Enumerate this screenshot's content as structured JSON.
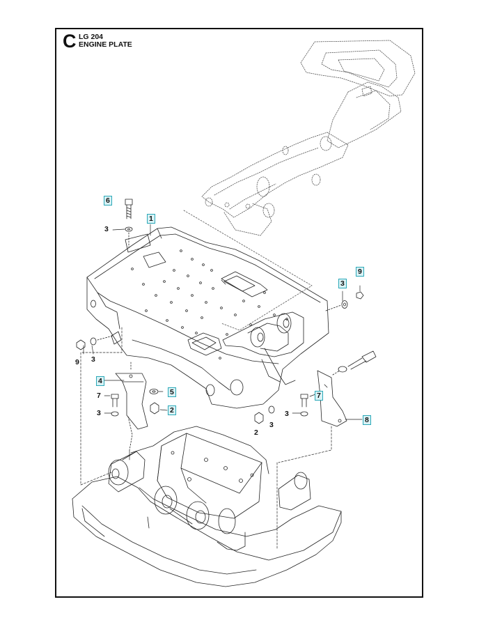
{
  "header": {
    "section_letter": "C",
    "model": "LG 204",
    "title": "ENGINE PLATE"
  },
  "callouts": [
    {
      "id": "c-6",
      "text": "6",
      "boxed": true
    },
    {
      "id": "c-3a",
      "text": "3",
      "boxed": false
    },
    {
      "id": "c-1",
      "text": "1",
      "boxed": true
    },
    {
      "id": "c-3b",
      "text": "3",
      "boxed": true
    },
    {
      "id": "c-9a",
      "text": "9",
      "boxed": true
    },
    {
      "id": "c-9b",
      "text": "9",
      "boxed": false
    },
    {
      "id": "c-3c",
      "text": "3",
      "boxed": false
    },
    {
      "id": "c-4",
      "text": "4",
      "boxed": true
    },
    {
      "id": "c-5",
      "text": "5",
      "boxed": true
    },
    {
      "id": "c-7a",
      "text": "7",
      "boxed": false
    },
    {
      "id": "c-2a",
      "text": "2",
      "boxed": true
    },
    {
      "id": "c-3d",
      "text": "3",
      "boxed": false
    },
    {
      "id": "c-7b",
      "text": "7",
      "boxed": true
    },
    {
      "id": "c-3e",
      "text": "3",
      "boxed": false
    },
    {
      "id": "c-8",
      "text": "8",
      "boxed": true
    },
    {
      "id": "c-2b",
      "text": "2",
      "boxed": false
    },
    {
      "id": "c-3f",
      "text": "3",
      "boxed": false
    }
  ],
  "colors": {
    "line": "#222222",
    "dotted": "#555555",
    "callout_fill": "#d9f2f5",
    "callout_border": "#2aa8b8"
  }
}
